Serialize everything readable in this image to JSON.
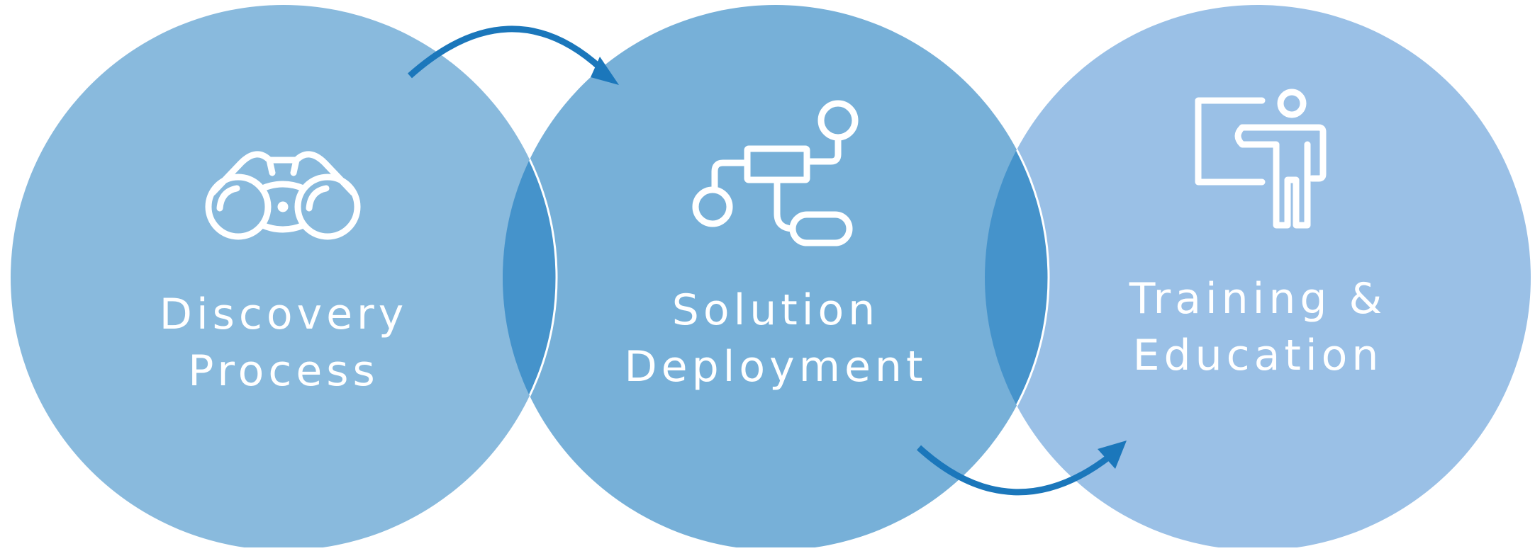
{
  "colors": {
    "circle_1": "#89badd",
    "circle_2": "#77b0d8",
    "circle_3": "#9ac0e6",
    "overlap": "#4593cb",
    "arrow": "#1b77bb",
    "icon": "#ffffff"
  },
  "steps": [
    {
      "icon": "binoculars-icon",
      "title_line1": "Discovery",
      "title_line2": "Process"
    },
    {
      "icon": "network-deployment-icon",
      "title_line1": "Solution",
      "title_line2": "Deployment"
    },
    {
      "icon": "presenter-board-icon",
      "title_line1": "Training &",
      "title_line2": "Education"
    }
  ],
  "connectors": [
    {
      "from": 1,
      "to": 2,
      "icon": "curved-arrow-icon"
    },
    {
      "from": 2,
      "to": 3,
      "icon": "curved-arrow-icon"
    }
  ]
}
